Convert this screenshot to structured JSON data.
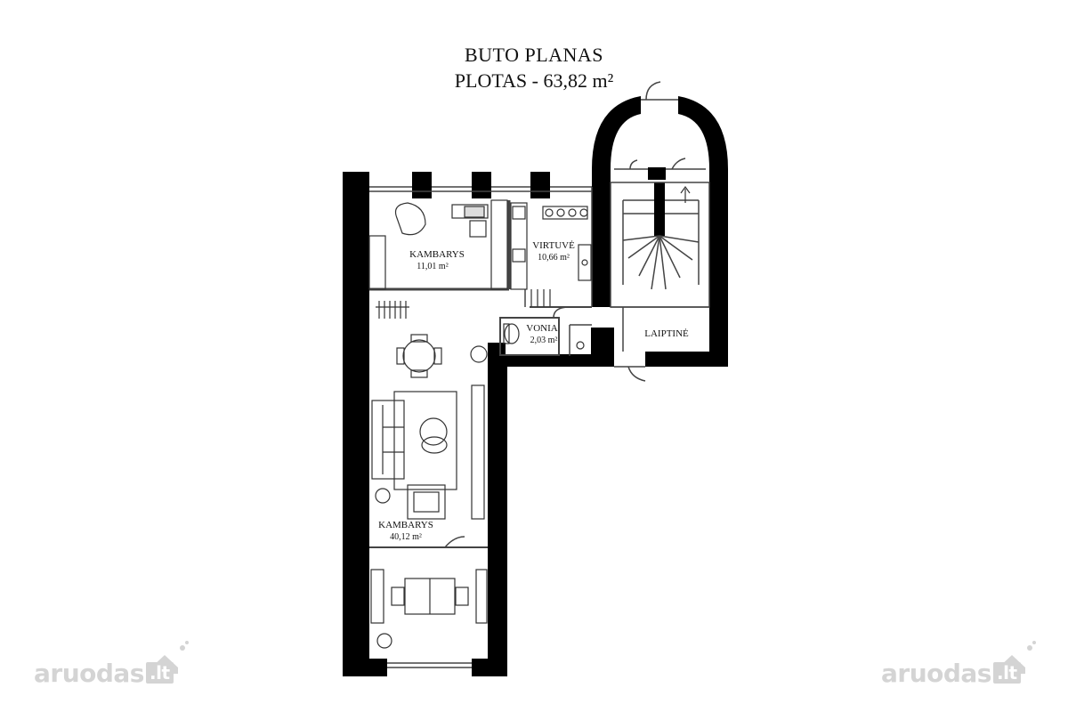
{
  "header": {
    "title": "BUTO PLANAS",
    "area_label": "PLOTAS - 63,82 m²"
  },
  "rooms": [
    {
      "name": "KAMBARYS",
      "area": "11,01 m²"
    },
    {
      "name": "VIRTUVĖ",
      "area": "10,66 m²"
    },
    {
      "name": "VONIA",
      "area": "2,03 m²"
    },
    {
      "name": "LAIPTINĖ"
    },
    {
      "name": "KAMBARYS",
      "area": "40,12 m²"
    }
  ],
  "watermark": {
    "brand": "aruodas",
    "tld": ".lt",
    "color": "#d4d4d4"
  },
  "colors": {
    "wall": "#000000",
    "line": "#444444",
    "background": "#ffffff"
  }
}
